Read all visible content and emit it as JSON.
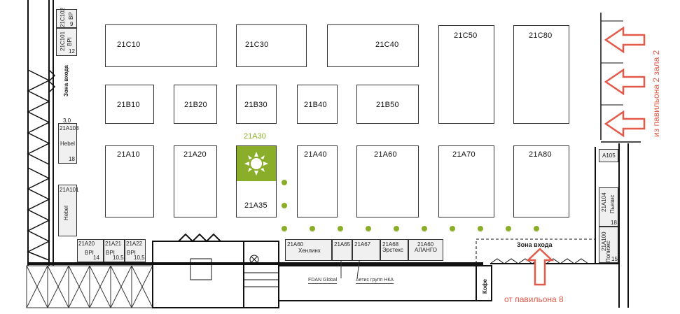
{
  "booths": {
    "c10": "21C10",
    "c30": "21C30",
    "c40": "21C40",
    "c50": "21C50",
    "c80": "21C80",
    "b10": "21B10",
    "b20": "21B20",
    "b30": "21B30",
    "b40": "21B40",
    "b50": "21B50",
    "a10": "21A10",
    "a20": "21A20",
    "a30": "21A30",
    "a35": "21A35",
    "a40": "21A40",
    "a60": "21A60",
    "a70": "21A70",
    "a80": "21A80"
  },
  "left_column": {
    "c102": "21C102",
    "c102_num": "9",
    "c102_co": "BP",
    "c101": "21C101",
    "c101_co": "BPI",
    "c101_num": "12",
    "entrance_zone": "Зона входа",
    "a103": "21A103",
    "a103_co": "Hebel",
    "a103_num": "18",
    "a103_top": "3,0",
    "a101": "21A101",
    "a101_co": "Hebel"
  },
  "bottom_left_small": [
    {
      "code": "21A20",
      "co": "BPI",
      "num": "14"
    },
    {
      "code": "21A21",
      "co": "BPI",
      "num": "10,5"
    },
    {
      "code": "21A22",
      "co": "BPI",
      "num": "10,5"
    }
  ],
  "bottom_row": [
    {
      "code": "21A60",
      "co": "Хенлинх"
    },
    {
      "code": "21A65",
      "co": ""
    },
    {
      "code": "21A67",
      "co": ""
    },
    {
      "code": "21A68",
      "co": "Эрстекс"
    },
    {
      "code": "21A60",
      "co": "АЛАНГО"
    }
  ],
  "callouts": {
    "fdan": "FDAN Global",
    "aetis": "Аетис групп НКА"
  },
  "right_column": {
    "a105": "A105",
    "a104": "21A104",
    "a104_co": "Пьезис",
    "a104_num": "18",
    "a100": "21A100",
    "a100_co": "Полиэкс",
    "a100_num": "15"
  },
  "entrance_zone_bottom": "Зона входа",
  "kofe": "Кофе",
  "from_pavilion_8": "от павильона 8",
  "from_pavilion_2": "из павильона 2 зала 2",
  "colors": {
    "accent_green": "#8aad2a",
    "arrow_red": "#e35a4a"
  },
  "icons": {
    "sun": "sun-icon",
    "arrow": "arrow-icon"
  }
}
